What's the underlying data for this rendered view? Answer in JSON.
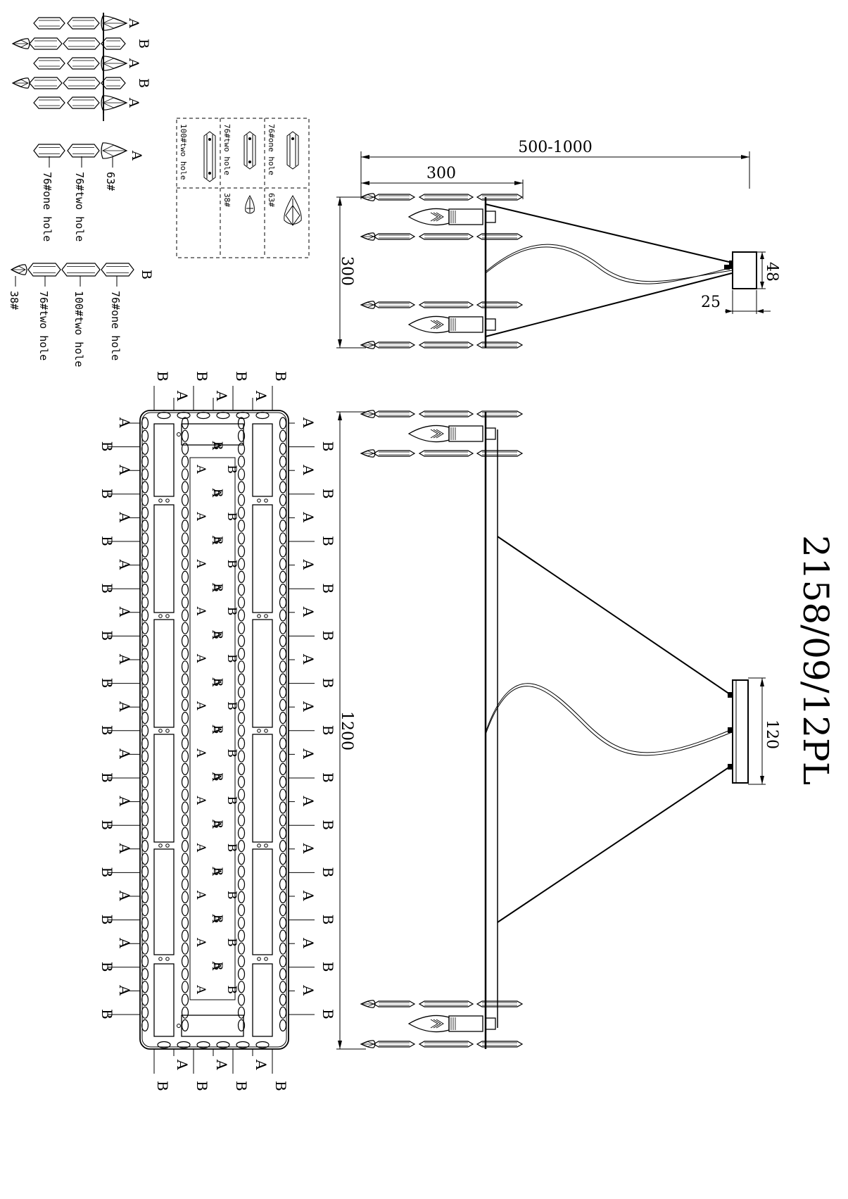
{
  "model_code": "2158/09/12PL",
  "legend": {
    "top_rows": [
      "A",
      "B",
      "A",
      "B",
      "A"
    ],
    "single_a": {
      "row": "A",
      "parts": [
        "76#one hole",
        "76#two hole",
        "63#"
      ]
    },
    "single_b": {
      "row": "B",
      "parts": [
        "38#",
        "76#two hole",
        "100#two hole",
        "76#one hole"
      ]
    },
    "box": {
      "top": [
        "100#two hole",
        "76#two hole",
        "76#one hole"
      ],
      "bottom": [
        "",
        "38#",
        "63#"
      ]
    }
  },
  "dimensions": {
    "span": "500-1000",
    "width_top": "300",
    "height_side": "300",
    "canopy_small": "48",
    "canopy_offset": "25",
    "length": "1200",
    "canopy_large": "120"
  },
  "plan": {
    "top_labels": [
      "B",
      "A",
      "B",
      "A",
      "B",
      "A",
      "B"
    ],
    "bottom_labels": [
      "B",
      "A",
      "B",
      "A",
      "B",
      "A",
      "B"
    ],
    "row_labels": [
      "A",
      "B",
      "A",
      "B",
      "A",
      "B",
      "A",
      "B",
      "A",
      "B",
      "A",
      "B",
      "A",
      "B",
      "A",
      "B",
      "A",
      "B",
      "A",
      "B",
      "A",
      "B",
      "A",
      "B",
      "A",
      "B"
    ]
  }
}
